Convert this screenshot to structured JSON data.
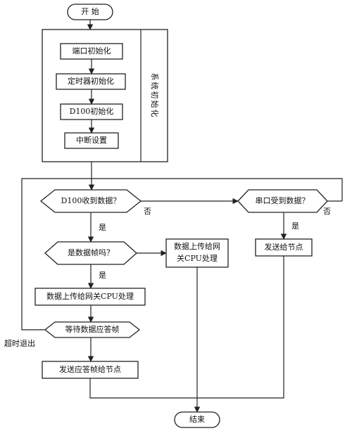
{
  "start": "开 始",
  "init": {
    "port": "端口初始化",
    "timer": "定时器初始化",
    "d100": "D100初始化",
    "interrupt": "中断设置",
    "group_label": "系统初始化"
  },
  "decisions": {
    "d100_received": "D100收到数据？",
    "serial_received": "串口受到数据？",
    "is_data_frame": "是数据帧吗？"
  },
  "process": {
    "upload_cpu_right": "数据上传给网关CPU处理",
    "send_to_node": "发送给节点",
    "upload_cpu_left": "数据上传给网关CPU处理",
    "wait_ack": "等待数据应答帧",
    "send_ack": "发送应答帧给节点"
  },
  "end": "结束",
  "labels": {
    "yes": "是",
    "no": "否",
    "timeout": "超时退出"
  }
}
